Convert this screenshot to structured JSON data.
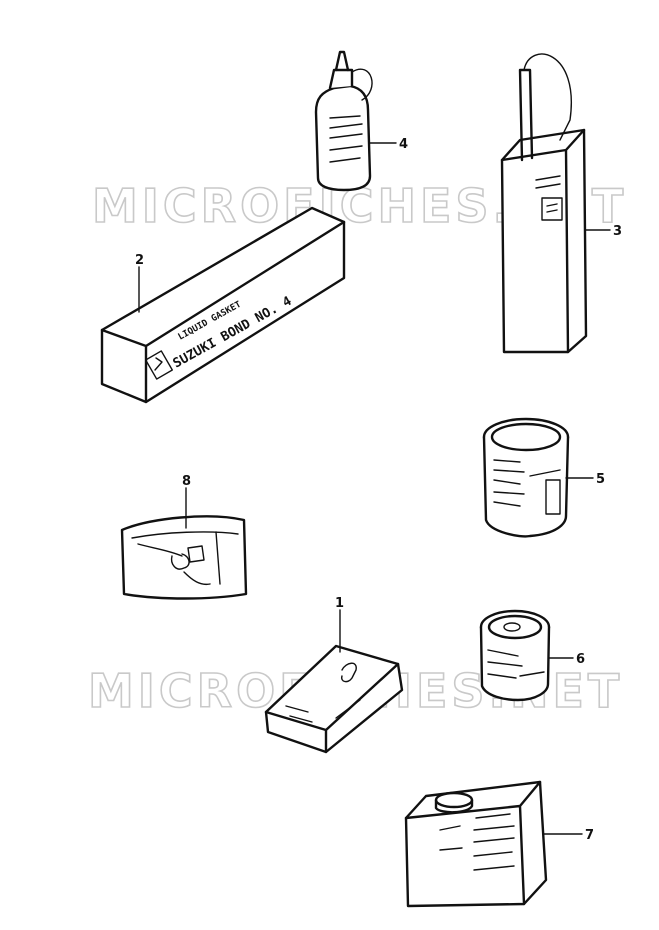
{
  "watermark": {
    "text": "MICROFICHES.NET",
    "color": "#c9c9c9"
  },
  "callouts": {
    "p1": "1",
    "p2": "2",
    "p3": "3",
    "p4": "4",
    "p5": "5",
    "p6": "6",
    "p7": "7",
    "p8": "8"
  },
  "packaging": {
    "bond_line1": "LIQUID GASKET",
    "bond_line2": "SUZUKI BOND NO. 4"
  },
  "colors": {
    "ink": "#111111",
    "background": "#ffffff"
  }
}
